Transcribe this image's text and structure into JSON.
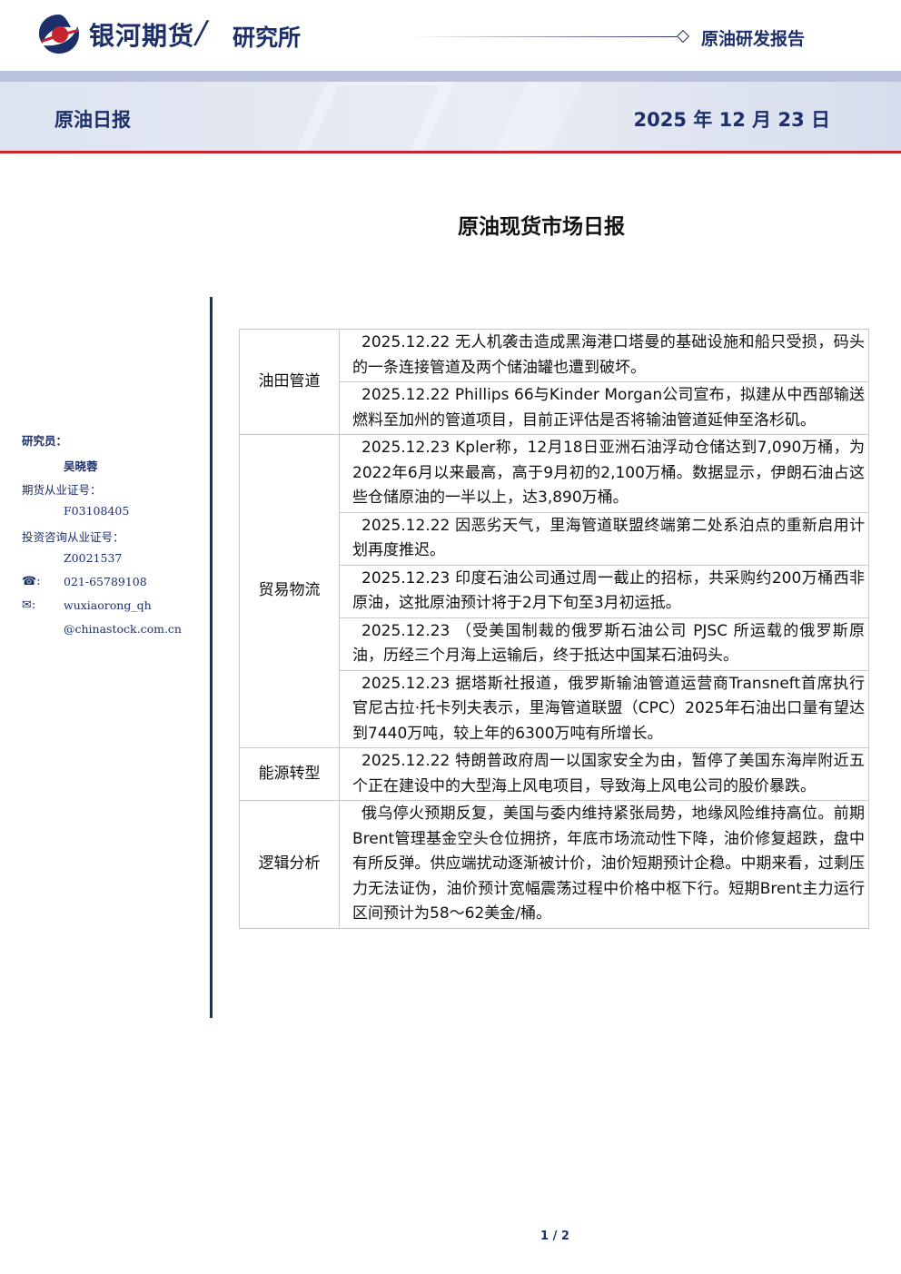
{
  "header": {
    "brand": "银河期货",
    "slash": "/",
    "dept": "研究所",
    "report_type": "原油研发报告"
  },
  "band": {
    "title": "原油日报",
    "date": "2025 年 12 月 23 日"
  },
  "main_title": "原油现货市场日报",
  "sidebar": {
    "researcher_label": "研究员：",
    "researcher_name": "吴晓蓉",
    "futures_cert_label": "期货从业证号：",
    "futures_cert": "F03108405",
    "consult_cert_label": "投资咨询从业证号：",
    "consult_cert": "Z0021537",
    "phone_icon": "☎:",
    "phone": "021-65789108",
    "email_icon": "✉:",
    "email_line1": "wuxiaorong_qh",
    "email_line2": "@chinastock.com.cn"
  },
  "sections": [
    {
      "category": "油田管道",
      "items": [
        "2025.12.22 无人机袭击造成黑海港口塔曼的基础设施和船只受损，码头的一条连接管道及两个储油罐也遭到破坏。",
        "2025.12.22 Phillips 66与Kinder Morgan公司宣布，拟建从中西部输送燃料至加州的管道项目，目前正评估是否将输油管道延伸至洛杉矶。"
      ]
    },
    {
      "category": "贸易物流",
      "items": [
        "2025.12.23 Kpler称，12月18日亚洲石油浮动仓储达到7,090万桶，为2022年6月以来最高，高于9月初的2,100万桶。数据显示，伊朗石油占这些仓储原油的一半以上，达3,890万桶。",
        "2025.12.22 因恶劣天气，里海管道联盟终端第二处系泊点的重新启用计划再度推迟。",
        "2025.12.23 印度石油公司通过周一截止的招标，共采购约200万桶西非原油，这批原油预计将于2月下旬至3月初运抵。",
        "2025.12.23 （受美国制裁的俄罗斯石油公司 PJSC 所运载的俄罗斯原油，历经三个月海上运输后，终于抵达中国某石油码头。",
        "2025.12.23 据塔斯社报道，俄罗斯输油管道运营商Transneft首席执行官尼古拉·托卡列夫表示，里海管道联盟（CPC）2025年石油出口量有望达到7440万吨，较上年的6300万吨有所增长。"
      ]
    },
    {
      "category": "能源转型",
      "items": [
        "2025.12.22 特朗普政府周一以国家安全为由，暂停了美国东海岸附近五个正在建设中的大型海上风电项目，导致海上风电公司的股价暴跌。"
      ]
    },
    {
      "category": "逻辑分析",
      "items": [
        "俄乌停火预期反复，美国与委内维持紧张局势，地缘风险维持高位。前期Brent管理基金空头仓位拥挤，年底市场流动性下降，油价修复超跌，盘中有所反弹。供应端扰动逐渐被计价，油价短期预计企稳。中期来看，过剩压力无法证伪，油价预计宽幅震荡过程中价格中枢下行。短期Brent主力运行区间预计为58～62美金/桶。"
      ]
    }
  ],
  "footer": {
    "page": "1 / 2"
  },
  "colors": {
    "brand_navy": "#1d2f6b",
    "brand_red": "#c8242f"
  }
}
